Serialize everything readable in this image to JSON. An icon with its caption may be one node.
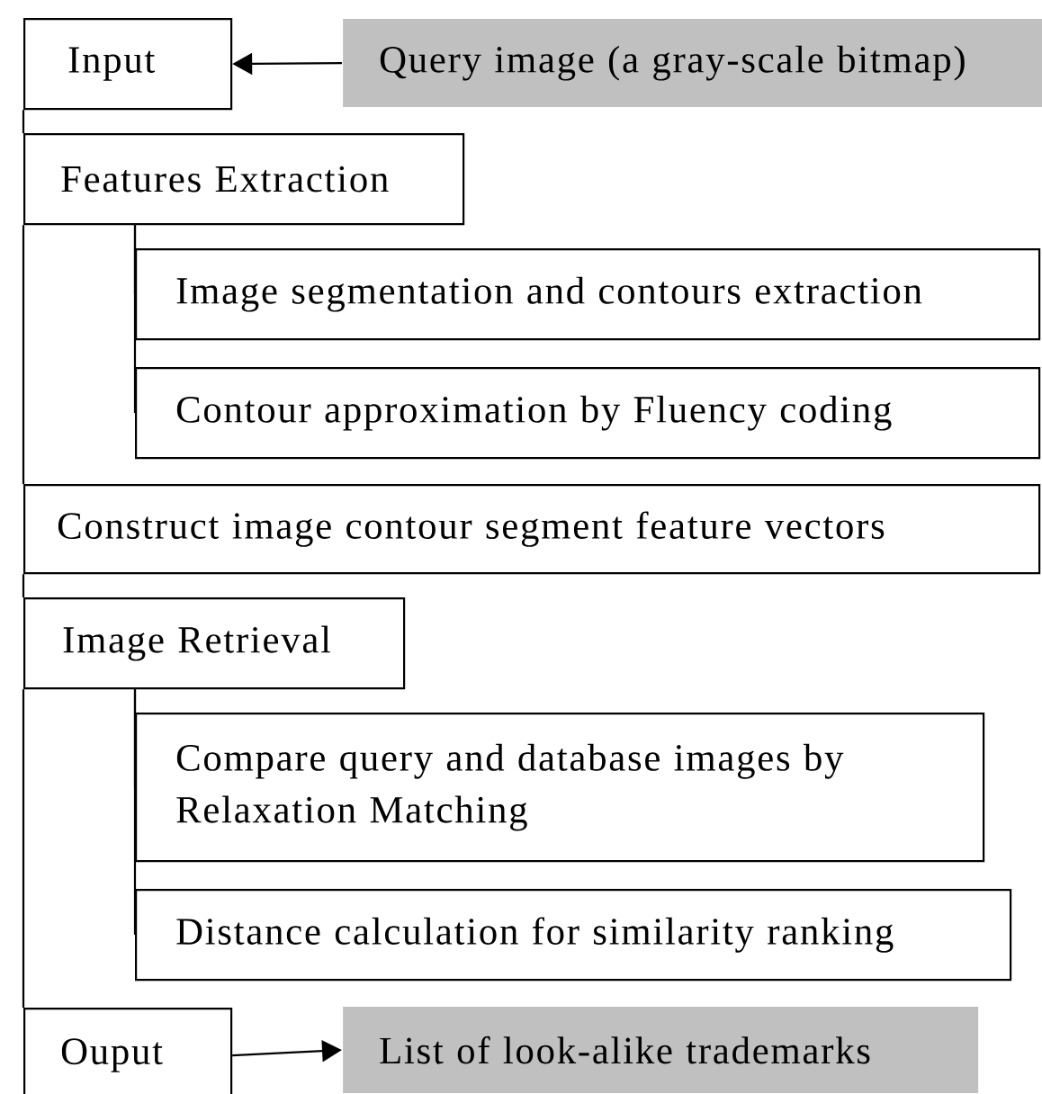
{
  "diagram": {
    "nodes": [
      {
        "text": [
          "Input"
        ]
      },
      {
        "text": [
          "Query image (a gray-scale bitmap)"
        ]
      },
      {
        "text": [
          "Features Extraction"
        ]
      },
      {
        "text": [
          "Image segmentation and contours extraction"
        ]
      },
      {
        "text": [
          "Contour approximation by Fluency coding"
        ]
      },
      {
        "text": [
          "Construct image contour segment feature vectors"
        ]
      },
      {
        "text": [
          "Image Retrieval"
        ]
      },
      {
        "text": [
          "Compare query and database images by Relaxation Matching"
        ]
      },
      {
        "text": [
          "Distance calculation for similarity ranking"
        ]
      },
      {
        "text": [
          "Ouput"
        ]
      },
      {
        "text": [
          "List of look-alike trademarks"
        ]
      }
    ],
    "edges": [
      {
        "from": 1,
        "to": 0,
        "arrow": "to"
      },
      {
        "from": 0,
        "to": 2,
        "arrow": "none"
      },
      {
        "from": 2,
        "to": 3,
        "arrow": "none"
      },
      {
        "from": 2,
        "to": 4,
        "arrow": "none"
      },
      {
        "from": 2,
        "to": 5,
        "arrow": "none"
      },
      {
        "from": 5,
        "to": 6,
        "arrow": "none"
      },
      {
        "from": 6,
        "to": 7,
        "arrow": "none"
      },
      {
        "from": 6,
        "to": 8,
        "arrow": "none"
      },
      {
        "from": 6,
        "to": 9,
        "arrow": "none"
      },
      {
        "from": 9,
        "to": 10,
        "arrow": "to"
      }
    ]
  }
}
